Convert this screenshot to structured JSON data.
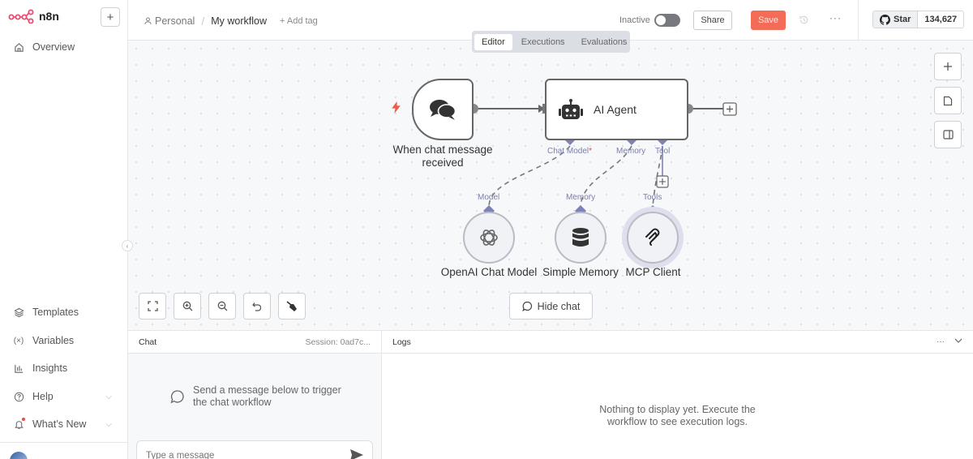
{
  "app": {
    "brand": "n8n",
    "brand_color": "#ea4b71"
  },
  "sidebar": {
    "top_items": [
      {
        "label": "Overview",
        "icon": "home-icon"
      }
    ],
    "bottom_items": [
      {
        "label": "Templates",
        "icon": "templates-icon"
      },
      {
        "label": "Variables",
        "icon": "variables-icon"
      },
      {
        "label": "Insights",
        "icon": "insights-icon"
      },
      {
        "label": "Help",
        "icon": "help-icon",
        "expandable": true
      },
      {
        "label": "What’s New",
        "icon": "bell-icon",
        "expandable": true,
        "has_notification": true
      }
    ],
    "new_button": "+"
  },
  "header": {
    "project": "Personal",
    "separator": "/",
    "workflow_name": "My workflow",
    "add_tag": "+ Add tag",
    "status_label": "Inactive",
    "active": false,
    "share_label": "Share",
    "save_label": "Save",
    "save_color": "#f46b57",
    "more": "···",
    "github_star_label": "Star",
    "github_star_count": "134,627"
  },
  "tabs": [
    {
      "label": "Editor",
      "active": true
    },
    {
      "label": "Executions",
      "active": false
    },
    {
      "label": "Evaluations",
      "active": false
    }
  ],
  "canvas": {
    "nodes": {
      "trigger": {
        "label_line1": "When chat message",
        "label_line2": "received"
      },
      "agent": {
        "label": "AI Agent"
      },
      "openai": {
        "label": "OpenAI Chat Model"
      },
      "memory": {
        "label": "Simple Memory"
      },
      "mcp": {
        "label": "MCP Client"
      }
    },
    "agent_ports": {
      "chat_model": "Chat Model",
      "required_marker": "*",
      "memory": "Memory",
      "tool": "Tool"
    },
    "sub_ports": {
      "model": "Model",
      "memory": "Memory",
      "tools": "Tools"
    },
    "connector_color": "#7d82b8",
    "hide_chat_label": "Hide chat"
  },
  "chat_panel": {
    "title": "Chat",
    "session": "Session: 0ad7c...",
    "empty_message": "Send a message below to trigger the chat workflow",
    "input_placeholder": "Type a message"
  },
  "logs_panel": {
    "title": "Logs",
    "empty_message_line1": "Nothing to display yet. Execute the",
    "empty_message_line2": "workflow to see execution logs."
  }
}
